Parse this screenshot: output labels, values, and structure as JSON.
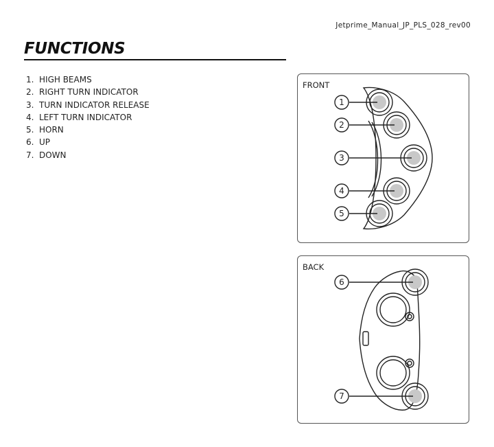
{
  "header": {
    "doc_id": "Jetprime_Manual_JP_PLS_028_rev00"
  },
  "section": {
    "title": "FUNCTIONS"
  },
  "functions": [
    {
      "num": "1.",
      "label": "HIGH BEAMS"
    },
    {
      "num": "2.",
      "label": "RIGHT TURN INDICATOR"
    },
    {
      "num": "3.",
      "label": "TURN INDICATOR RELEASE"
    },
    {
      "num": "4.",
      "label": "LEFT TURN INDICATOR"
    },
    {
      "num": "5.",
      "label": "HORN"
    },
    {
      "num": "6.",
      "label": "UP"
    },
    {
      "num": "7.",
      "label": "DOWN"
    }
  ],
  "front_panel": {
    "label": "FRONT",
    "callouts": [
      "1",
      "2",
      "3",
      "4",
      "5"
    ]
  },
  "back_panel": {
    "label": "BACK",
    "callouts": [
      "6",
      "7"
    ]
  },
  "colors": {
    "button_fill": "#c8c8c8",
    "line": "#222222"
  }
}
